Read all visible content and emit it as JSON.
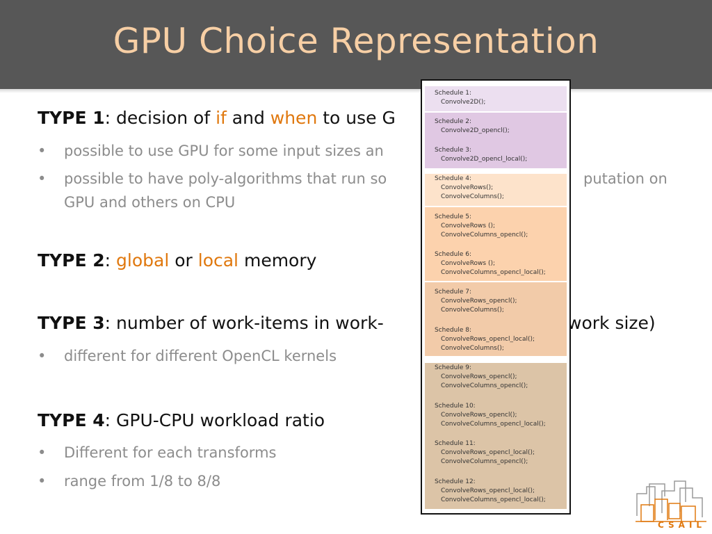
{
  "slide": {
    "title": "GPU Choice Representation",
    "types": [
      {
        "label": "TYPE 1",
        "parts": [
          ": decision of ",
          "if",
          " and ",
          "when",
          " to use G"
        ]
      },
      {
        "label": "TYPE 2",
        "parts": [
          ": ",
          "global",
          " or ",
          "local",
          " memory"
        ]
      },
      {
        "label": "TYPE 3",
        "parts": [
          ": number of work-items in work-",
          "",
          "work size)"
        ]
      },
      {
        "label": "TYPE 4",
        "parts": [
          ": GPU-CPU workload ratio"
        ]
      }
    ],
    "bullets": {
      "type1": [
        "possible to use GPU for some input sizes an",
        "possible to have poly-algorithms that run so",
        "putation on",
        "GPU and others on CPU"
      ],
      "type3": [
        "different for different OpenCL kernels"
      ],
      "type4": [
        "Different for each transforms",
        "range from 1/8 to 8/8"
      ]
    }
  },
  "schedules": [
    {
      "label": "Schedule 1:",
      "calls": [
        "Convolve2D();"
      ]
    },
    {
      "label": "Schedule 2:",
      "calls": [
        "Convolve2D_opencl();"
      ]
    },
    {
      "label": "Schedule 3:",
      "calls": [
        "Convolve2D_opencl_local();"
      ]
    },
    {
      "label": "Schedule 4:",
      "calls": [
        "ConvolveRows();",
        "ConvolveColumns();"
      ]
    },
    {
      "label": "Schedule 5:",
      "calls": [
        "ConvolveRows ();",
        "ConvolveColumns_opencl();"
      ]
    },
    {
      "label": "Schedule 6:",
      "calls": [
        "ConvolveRows ();",
        "ConvolveColumns_opencl_local();"
      ]
    },
    {
      "label": "Schedule 7:",
      "calls": [
        "ConvolveRows_opencl();",
        "ConvolveColumns();"
      ]
    },
    {
      "label": "Schedule 8:",
      "calls": [
        "ConvolveRows_opencl_local();",
        "ConvolveColumns();"
      ]
    },
    {
      "label": "Schedule 9:",
      "calls": [
        "ConvolveRows_opencl();",
        "ConvolveColumns_opencl();"
      ]
    },
    {
      "label": "Schedule 10:",
      "calls": [
        "ConvolveRows_opencl();",
        "ConvolveColumns_opencl_local();"
      ]
    },
    {
      "label": "Schedule 11:",
      "calls": [
        "ConvolveRows_opencl_local();",
        "ConvolveColumns_opencl();"
      ]
    },
    {
      "label": "Schedule 12:",
      "calls": [
        "ConvolveRows_opencl_local();",
        "ConvolveColumns_opencl_local();"
      ]
    }
  ],
  "logo": {
    "text": "CSAIL",
    "icon": "csail-building-logo-icon",
    "color": "#e0780e"
  },
  "colors": {
    "title_bar": "#575757",
    "title_text": "#f7cfa5",
    "highlight": "#e0780e",
    "bullet_text": "#8c8c8c"
  }
}
